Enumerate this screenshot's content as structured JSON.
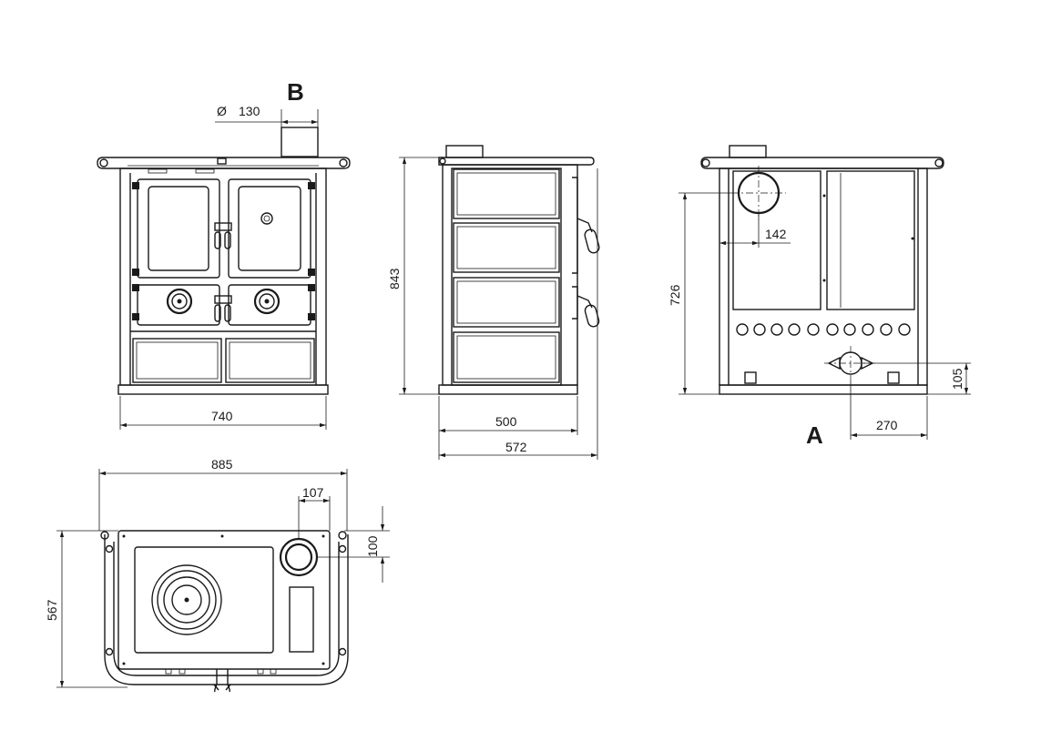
{
  "view_labels": {
    "flue_view": "B",
    "air_view": "A"
  },
  "dimensions": {
    "flue_diameter": "130",
    "flue_diameter_symbol": "Ø",
    "front_width": "740",
    "height_total": "843",
    "depth_body": "500",
    "depth_total": "572",
    "flue_height": "726",
    "flue_offset_side": "142",
    "air_inlet_height": "105",
    "air_inlet_offset": "270",
    "top_width": "885",
    "flue_offset_top": "107",
    "flue_offset_back": "100",
    "top_depth": "567"
  }
}
